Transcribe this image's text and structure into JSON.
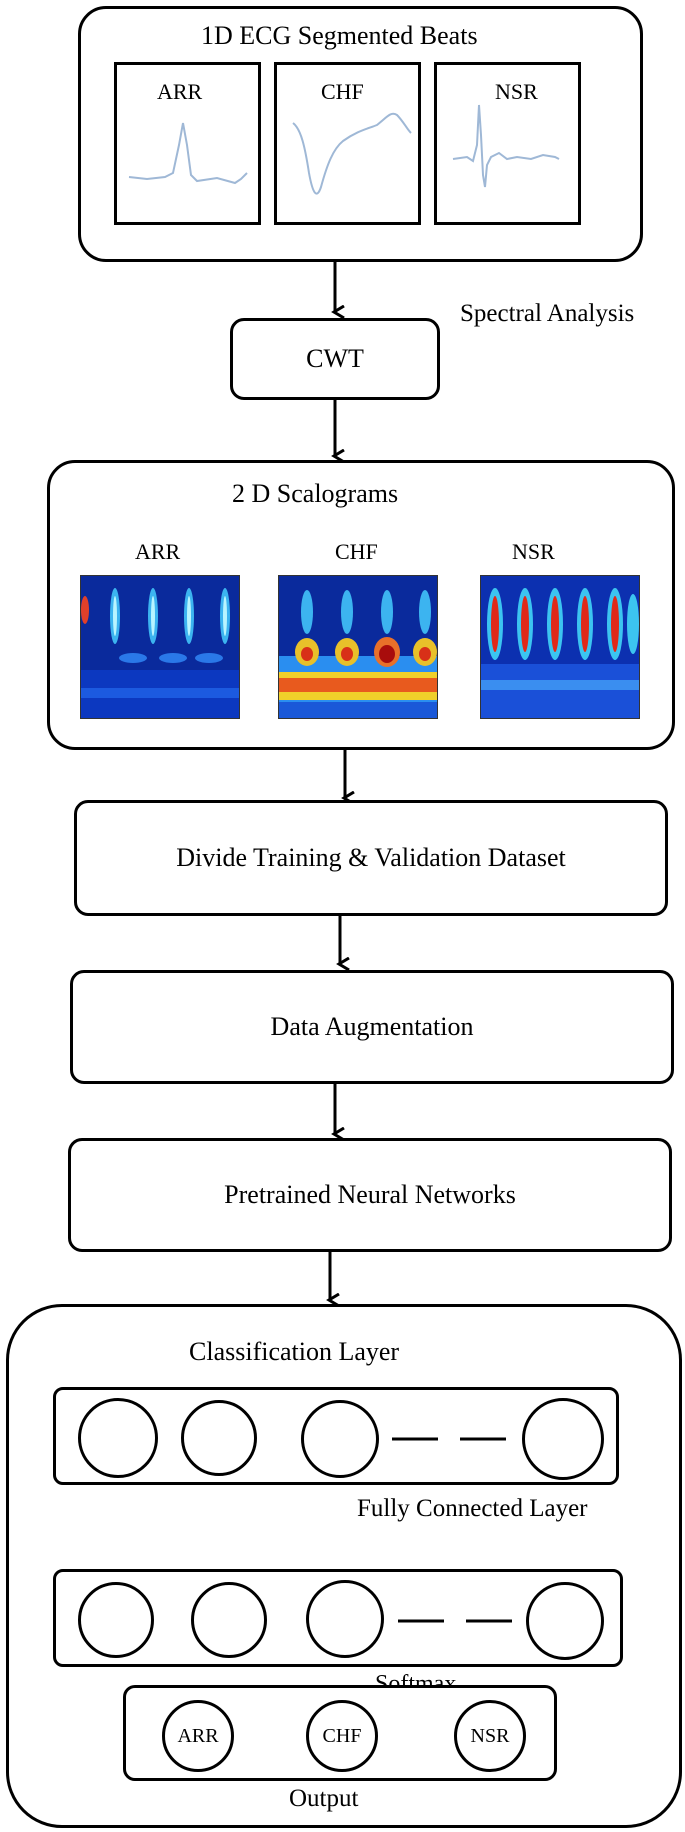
{
  "ecg_section": {
    "title": "1D ECG  Segmented  Beats",
    "panels": [
      {
        "label": "ARR"
      },
      {
        "label": "CHF"
      },
      {
        "label": "NSR"
      }
    ]
  },
  "spectral_note": "Spectral  Analysis",
  "cwt_step": "CWT",
  "scalogram_section": {
    "title": "2 D Scalograms",
    "panels": [
      {
        "label": "ARR"
      },
      {
        "label": "CHF"
      },
      {
        "label": "NSR"
      }
    ]
  },
  "steps": {
    "divide": "Divide  Training  & Validation  Dataset",
    "augment": "Data Augmentation",
    "pretrained": "Pretrained  Neural  Networks"
  },
  "classifier": {
    "classification_layer": "Classification  Layer",
    "fully_connected_layer": "Fully  Connected  Layer",
    "softmax": "Softmax",
    "outputs": [
      "ARR",
      "CHF",
      "NSR"
    ],
    "output_label": "Output"
  },
  "colors": {
    "stroke": "#000000",
    "ecg_trace": "#9fb8d6",
    "scalogram_base": "#1030a8"
  }
}
